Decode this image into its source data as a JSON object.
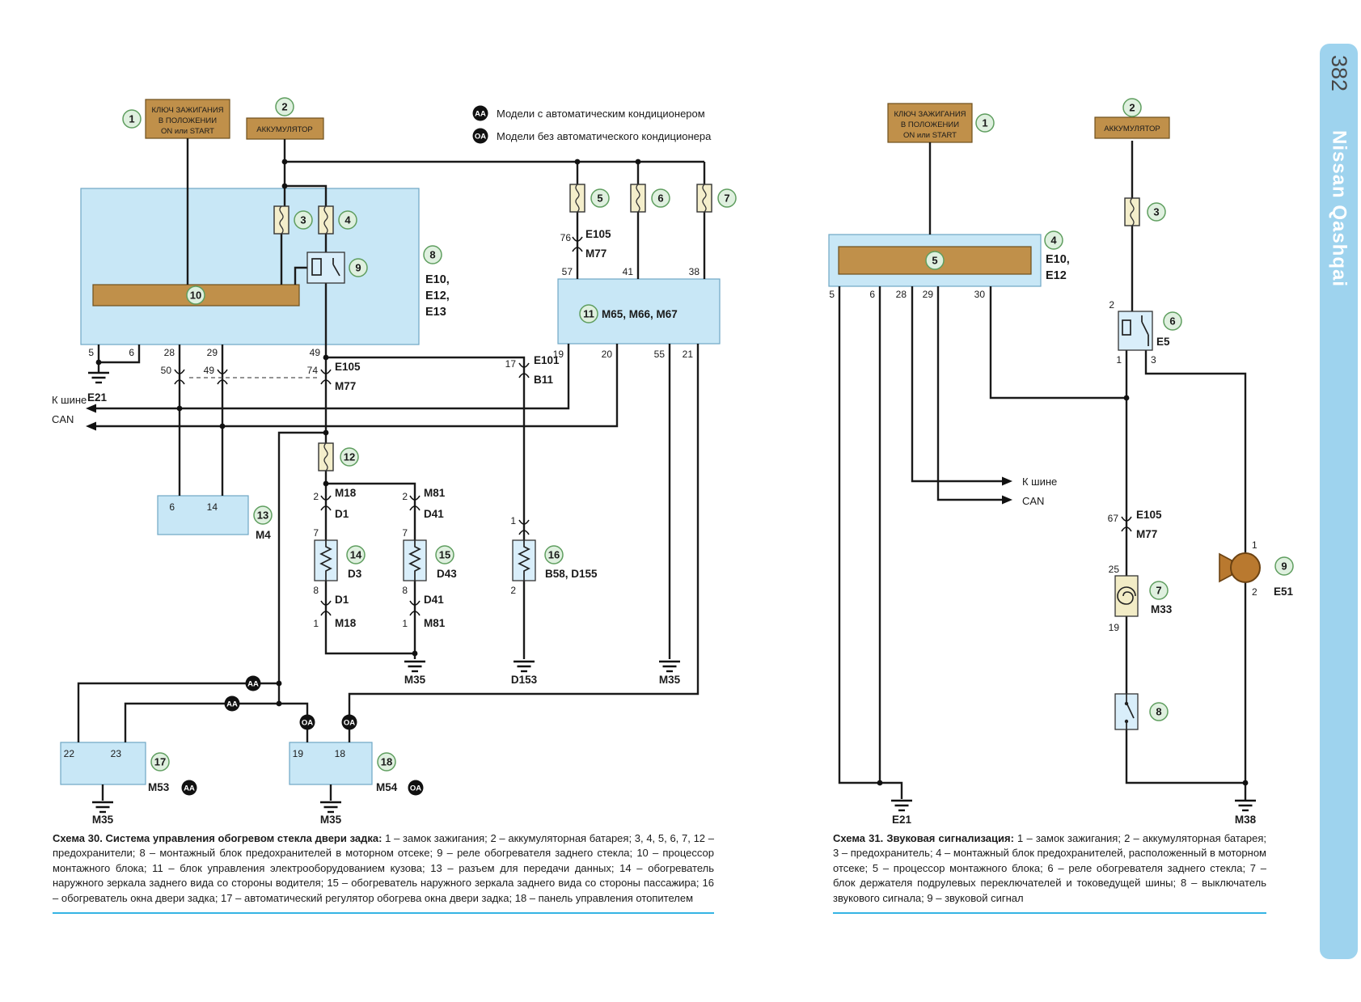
{
  "page": {
    "number": "382",
    "brand": "Nissan Qashqai"
  },
  "legend": {
    "aa": "AA",
    "oa": "OA",
    "aa_text": "Модели с автоматическим кондиционером",
    "oa_text": "Модели без автоматического кондиционера"
  },
  "s30": {
    "c1": "1",
    "c2": "2",
    "c3": "3",
    "c4": "4",
    "c5": "5",
    "c6": "6",
    "c7": "7",
    "c8": "8",
    "c9": "9",
    "c10": "10",
    "c11": "11",
    "c12": "12",
    "c13": "13",
    "c14": "14",
    "c15": "15",
    "c16": "16",
    "c17": "17",
    "c18": "18",
    "key1": "КЛЮЧ ЗАЖИГАНИЯ",
    "key2": "В ПОЛОЖЕНИИ",
    "key3": "ON или START",
    "battery": "АККУМУЛЯТОР",
    "e10": "E10,",
    "e12": "E12,",
    "e13": "E13",
    "block8_pins": [
      "5",
      "6",
      "28",
      "29",
      "49"
    ],
    "block11_label": "М65, М66, М67",
    "block11_top": [
      "57",
      "41",
      "38"
    ],
    "block11_bot": [
      "19",
      "20",
      "55",
      "21"
    ],
    "conn76": "76",
    "e105a": "E105",
    "m77a": "M77",
    "conn50": "50",
    "conn49": "49",
    "conn74": "74",
    "e105b": "E105",
    "m77b": "M77",
    "conn17": "17",
    "e101": "E101",
    "b11": "B11",
    "e21": "E21",
    "can1": "К шине",
    "can2": "CAN",
    "m4": "M4",
    "m4_pins": [
      "6",
      "14"
    ],
    "d3": {
      "p2": "2",
      "m18": "M18",
      "d1": "D1",
      "p7": "7",
      "p8": "8",
      "d1b": "D1",
      "p1": "1",
      "m18b": "M18",
      "name": "D3"
    },
    "d43": {
      "p2": "2",
      "m81": "M81",
      "d41": "D41",
      "p7": "7",
      "p8": "8",
      "d41b": "D41",
      "p1": "1",
      "m81b": "M81",
      "name": "D43"
    },
    "b58": {
      "p1": "1",
      "p2": "2",
      "name": "B58, D155"
    },
    "m35_1": "M35",
    "d153": "D153",
    "m35_2": "M35",
    "m53": "M53",
    "m53_pins": [
      "22",
      "23"
    ],
    "m35_3": "M35",
    "m54": "M54",
    "m54_pins": [
      "19",
      "18"
    ],
    "m35_4": "M35",
    "aa1": "AA",
    "aa2": "AA",
    "aa3": "AA",
    "oa1": "OA",
    "oa2": "OA",
    "oa3": "OA"
  },
  "s31": {
    "c1": "1",
    "c2": "2",
    "c3": "3",
    "c4": "4",
    "c5": "5",
    "c6": "6",
    "c7": "7",
    "c8": "8",
    "c9": "9",
    "key1": "КЛЮЧ ЗАЖИГАНИЯ",
    "key2": "В ПОЛОЖЕНИИ",
    "key3": "ON или START",
    "battery": "АККУМУЛЯТОР",
    "e10": "E10,",
    "e12": "E12",
    "block4_pins": [
      "5",
      "6",
      "28",
      "29",
      "30"
    ],
    "relay": {
      "p2": "2",
      "p1": "1",
      "p3": "3",
      "name": "E5"
    },
    "conn67": "67",
    "e105": "E105",
    "m77": "M77",
    "m33": {
      "p25": "25",
      "p19": "19",
      "name": "M33"
    },
    "horn": {
      "p1": "1",
      "p2": "2",
      "name": "E51"
    },
    "can1": "К шине",
    "can2": "CAN",
    "e21": "E21",
    "m38": "M38"
  },
  "captions": {
    "s30_title": "Схема 30. Система управления обогревом стекла двери задка:",
    "s30_body": " 1 – замок зажигания; 2 – аккумуляторная батарея; 3, 4, 5, 6, 7, 12 – предохранители; 8 – монтажный блок предохранителей в моторном отсеке; 9 – реле обогревателя заднего стекла; 10 – процессор монтажного блока; 11 – блок управления электрооборудованием кузова; 13 – разъем для передачи данных; 14 – обогреватель наружного зеркала заднего вида со стороны водителя; 15 – обогреватель наружного зеркала заднего вида со стороны пассажира; 16 – обогреватель окна двери задка; 17 – автоматический регулятор обогрева окна двери задка; 18 – панель управления отопителем",
    "s31_title": "Схема 31. Звуковая сигнализация:",
    "s31_body": " 1 – замок зажигания; 2 – аккумуляторная батарея; 3 – предохранитель; 4 – монтажный блок предохранителей, расположенный в моторном отсеке; 5 – процессор монтажного блока; 6 – реле обогревателя заднего стекла; 7 – блок держателя подрулевых переключателей и токоведущей шины; 8 – выключатель звукового сигнала; 9 – звуковой сигнал"
  }
}
